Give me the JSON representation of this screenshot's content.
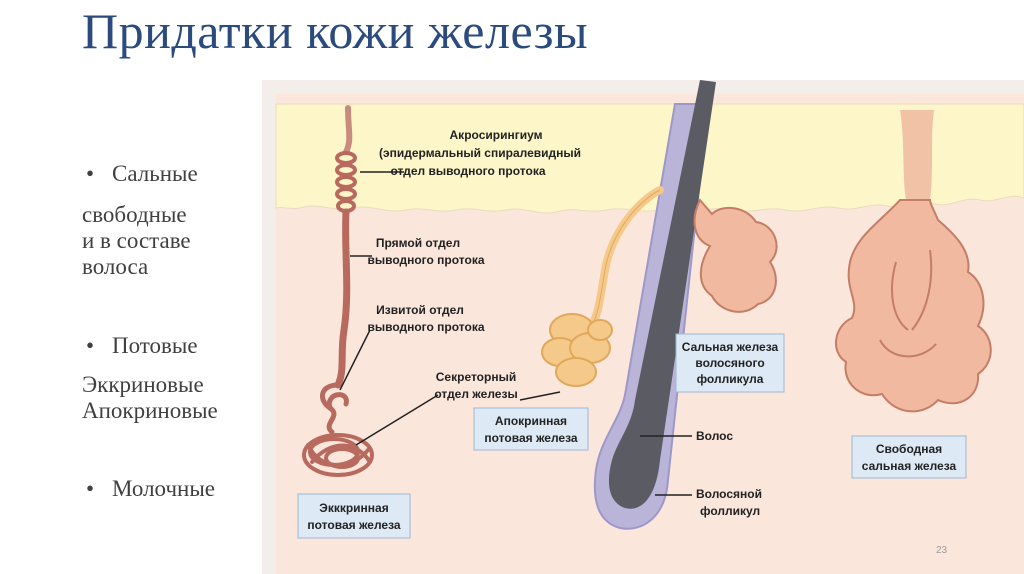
{
  "slide": {
    "title": "Придатки кожи железы",
    "page_number": "23"
  },
  "bullets": {
    "sebaceous": "Сальные",
    "sebaceous_sub1": "свободные",
    "sebaceous_sub2": "и в составе",
    "sebaceous_sub3": "волоса",
    "sweat": "Потовые",
    "sweat_sub1": "Эккриновые",
    "sweat_sub2": "Апокриновые",
    "mammary": "Молочные"
  },
  "diagram": {
    "acrosyringium_1": "Акросирингиум",
    "acrosyringium_2": "(эпидермальный спиралевидный",
    "acrosyringium_3": "отдел выводного протока",
    "straight_1": "Прямой отдел",
    "straight_2": "выводного протока",
    "coiled_1": "Извитой отдел",
    "coiled_2": "выводного протока",
    "secretory_1": "Секреторный",
    "secretory_2": "отдел железы",
    "hair": "Волос",
    "follicle_1": "Волосяной",
    "follicle_2": "фолликул",
    "box_eccrine_1": "Экккринная",
    "box_eccrine_2": "потовая железа",
    "box_apocrine_1": "Апокринная",
    "box_apocrine_2": "потовая железа",
    "box_sebfoll_1": "Сальная железа",
    "box_sebfoll_2": "волосяного",
    "box_sebfoll_3": "фолликула",
    "box_free_1": "Свободная",
    "box_free_2": "сальная железа"
  },
  "colors": {
    "title": "#2b4a7e",
    "dermis": "#fbe6dc",
    "epidermis": "#fcf6c9",
    "duct": "#b86a5e",
    "sebaceous": "#f0b9a0",
    "apocrine": "#f5c98a",
    "hair": "#5b5b63",
    "follicle": "#b9b4d8",
    "label_box": "#dde9f5"
  }
}
